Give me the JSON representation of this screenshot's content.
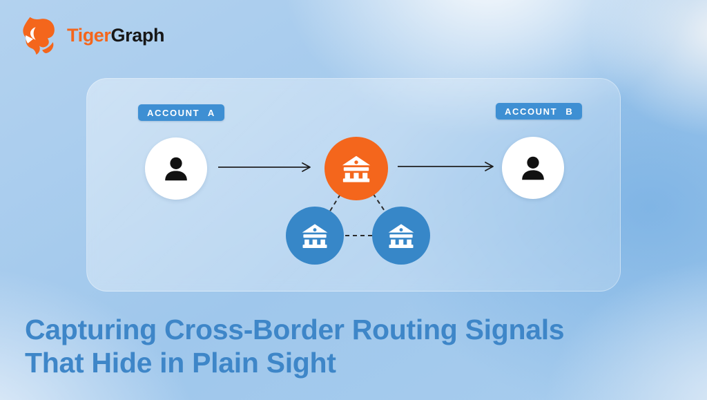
{
  "logo": {
    "brand_primary": "Tiger",
    "brand_secondary": "Graph"
  },
  "diagram": {
    "account_a_label": "ACCOUNT A",
    "account_b_label": "ACCOUNT B",
    "nodes": [
      {
        "id": "account-a",
        "type": "person"
      },
      {
        "id": "intermediary-bank",
        "type": "bank",
        "color": "#F4661C"
      },
      {
        "id": "account-b",
        "type": "person"
      },
      {
        "id": "routing-bank-left",
        "type": "bank",
        "color": "#3787C8"
      },
      {
        "id": "routing-bank-right",
        "type": "bank",
        "color": "#3787C8"
      }
    ],
    "edges": [
      {
        "from": "account-a",
        "to": "intermediary-bank",
        "style": "solid-arrow"
      },
      {
        "from": "intermediary-bank",
        "to": "account-b",
        "style": "solid-arrow"
      },
      {
        "from": "intermediary-bank",
        "to": "routing-bank-left",
        "style": "dashed"
      },
      {
        "from": "intermediary-bank",
        "to": "routing-bank-right",
        "style": "dashed"
      },
      {
        "from": "routing-bank-left",
        "to": "routing-bank-right",
        "style": "dashed"
      }
    ]
  },
  "title": {
    "line1": "Capturing Cross-Border Routing Signals",
    "line2": "That Hide in Plain Sight"
  },
  "colors": {
    "accent_orange": "#F4661C",
    "node_blue": "#3787C8",
    "badge_blue": "#3E8FD3",
    "title_blue": "#3E86C8",
    "logo_dark": "#171717",
    "arrow_dark": "#1F1F1F",
    "background_blue": "#9FC7EC",
    "panel_glass": "rgba(255,255,255,0.30)"
  }
}
